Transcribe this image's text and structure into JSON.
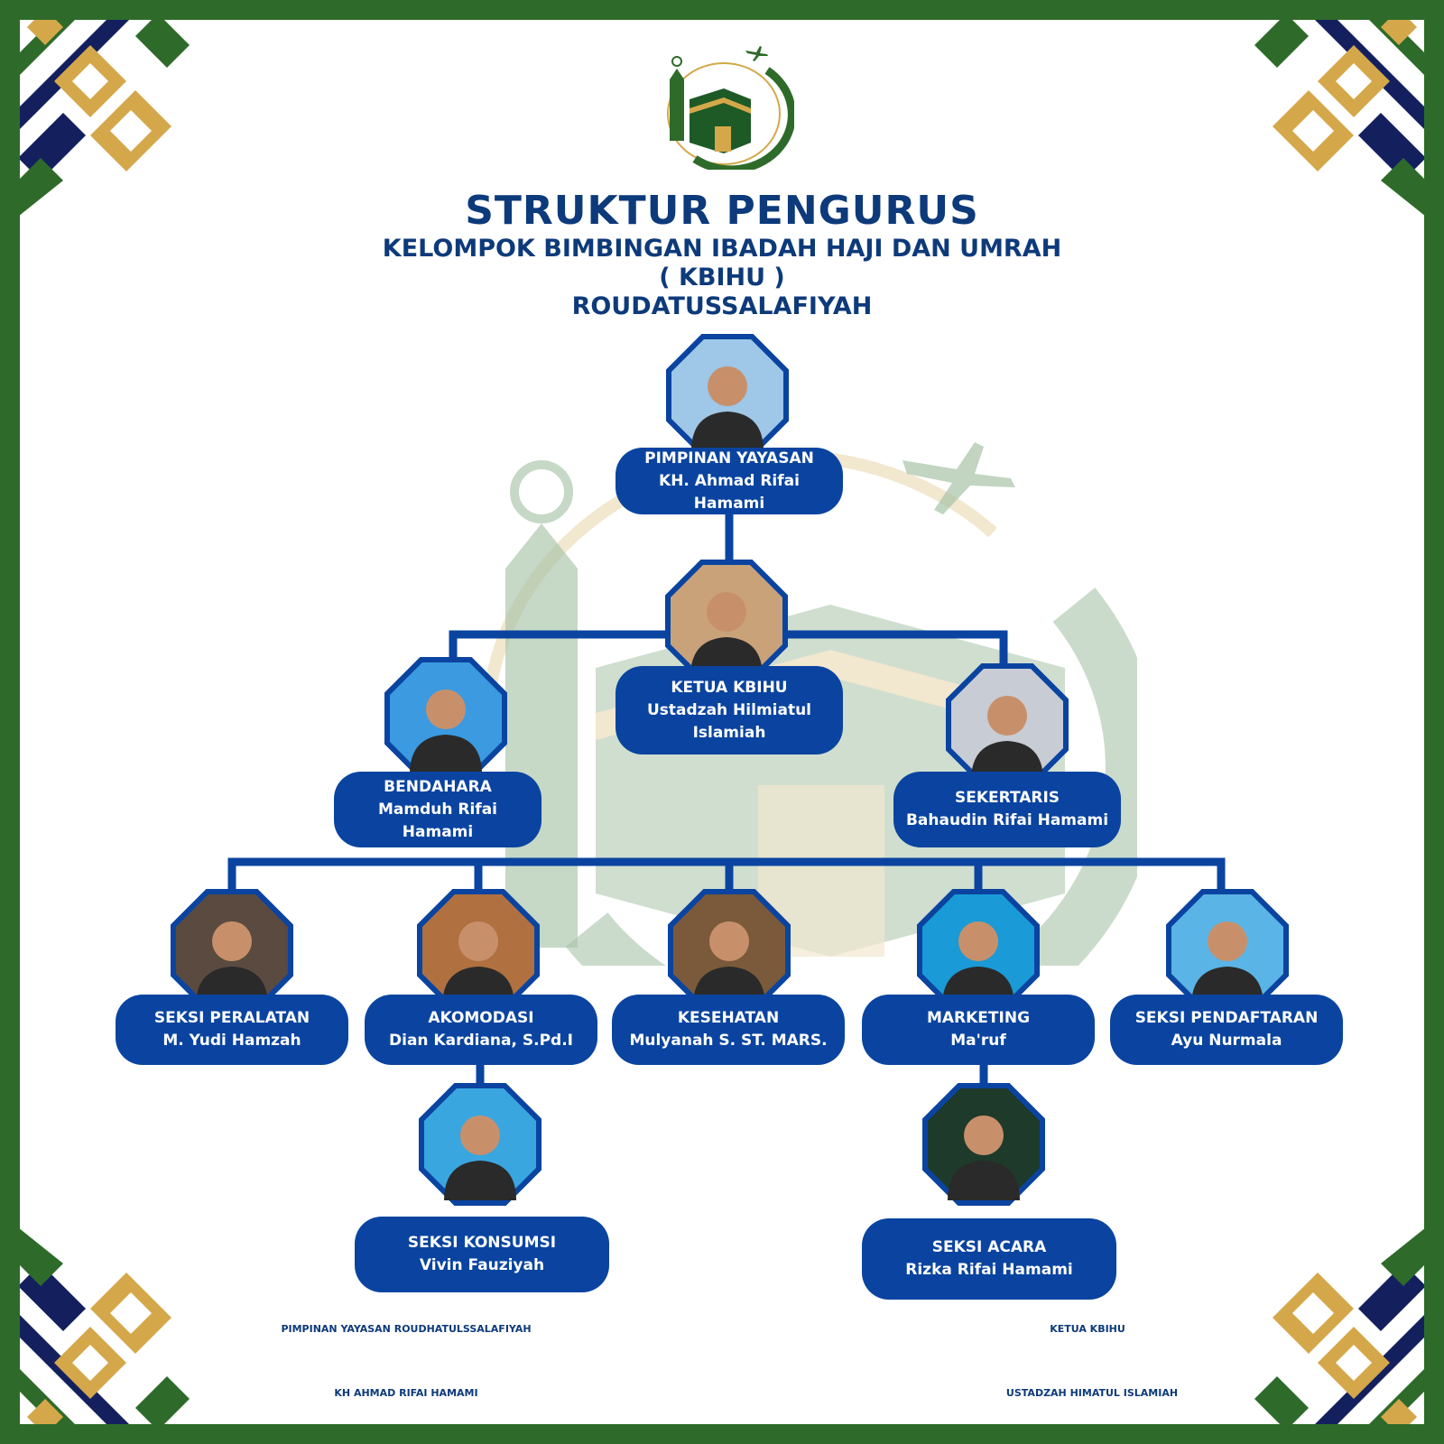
{
  "header": {
    "title": "STRUKTUR PENGURUS",
    "subtitle_line1": "KELOMPOK BIMBINGAN IBADAH HAJI DAN UMRAH",
    "subtitle_line2": "( KBIHU )",
    "subtitle_line3": "ROUDATUSSALAFIYAH"
  },
  "colors": {
    "navy": "#0a44a0",
    "title": "#0d3a7a",
    "green": "#2e6b2a",
    "gold": "#d4a84a",
    "dark_navy": "#14205e"
  },
  "nodes": {
    "pimpinan": {
      "role": "PIMPINAN YAYASAN",
      "name": "KH. Ahmad Rifai Hamami"
    },
    "ketua": {
      "role": "KETUA KBIHU",
      "name": "Ustadzah Hilmiatul Islamiah"
    },
    "bendahara": {
      "role": "BENDAHARA",
      "name": "Mamduh Rifai Hamami"
    },
    "sekertaris": {
      "role": "SEKERTARIS",
      "name": "Bahaudin Rifai Hamami"
    },
    "peralatan": {
      "role": "SEKSI PERALATAN",
      "name": "M. Yudi Hamzah"
    },
    "akomodasi": {
      "role": "AKOMODASI",
      "name": "Dian Kardiana, S.Pd.I"
    },
    "kesehatan": {
      "role": "KESEHATAN",
      "name": "Mulyanah S. ST. MARS."
    },
    "marketing": {
      "role": "MARKETING",
      "name": "Ma'ruf"
    },
    "pendaftaran": {
      "role": "SEKSI PENDAFTARAN",
      "name": "Ayu Nurmala"
    },
    "konsumsi": {
      "role": "SEKSI KONSUMSI",
      "name": "Vivin Fauziyah"
    },
    "acara": {
      "role": "SEKSI ACARA",
      "name": "Rizka Rifai Hamami"
    }
  },
  "signatures": {
    "left_title": "PIMPINAN YAYASAN ROUDHATULSSALAFIYAH",
    "left_name": "KH AHMAD RIFAI HAMAMI",
    "right_title": "KETUA KBIHU",
    "right_name": "USTADZAH HIMATUL ISLAMIAH"
  }
}
